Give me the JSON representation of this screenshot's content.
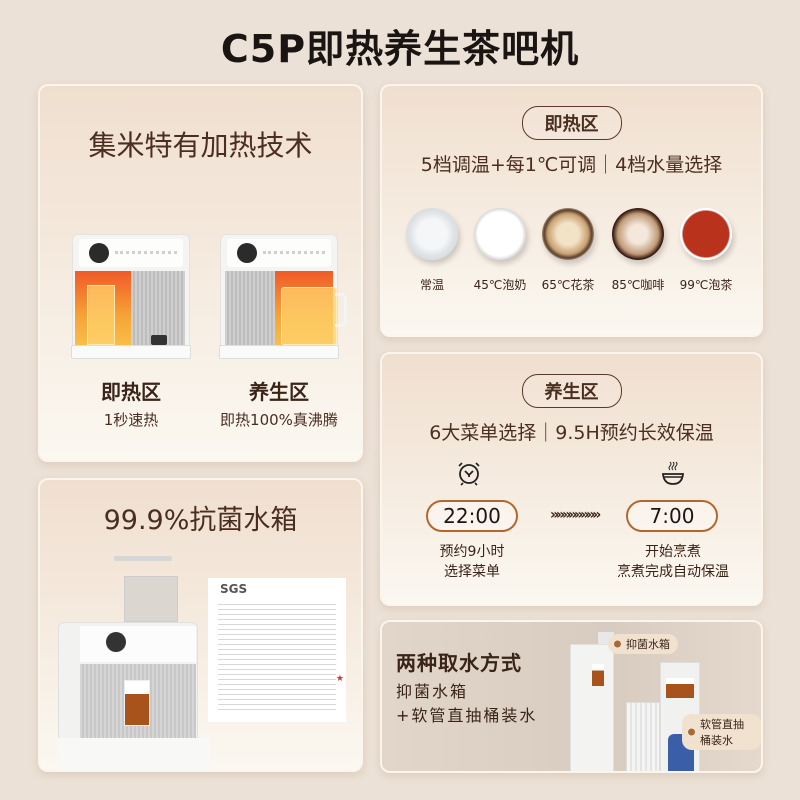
{
  "title": "C5P即热养生茶吧机",
  "heating_card": {
    "heading": "集米特有加热技术",
    "zones": [
      {
        "label": "即热区",
        "sub": "1秒速热"
      },
      {
        "label": "养生区",
        "sub": "即热100%真沸腾"
      }
    ]
  },
  "tank_card": {
    "heading": "99.9%抗菌水箱",
    "certificate_logo": "SGS"
  },
  "instant_card": {
    "pill": "即热区",
    "subtitle": "5档调温+每1℃可调｜4档水量选择",
    "options": [
      {
        "label": "常温",
        "icon": "water-glass-icon",
        "color": "#e9ecee"
      },
      {
        "label": "45℃泡奶",
        "icon": "milk-cup-icon",
        "color": "#f7f7f7"
      },
      {
        "label": "65℃花茶",
        "icon": "flower-tea-icon",
        "color": "#d9b98d"
      },
      {
        "label": "85℃咖啡",
        "icon": "coffee-cup-icon",
        "color": "#a27d5e"
      },
      {
        "label": "99℃泡茶",
        "icon": "black-tea-icon",
        "color": "#b8321c"
      }
    ]
  },
  "health_card": {
    "pill": "养生区",
    "subtitle": "6大菜单选择｜9.5H预约长效保温",
    "start_time": "22:00",
    "end_time": "7:00",
    "arrows": "»»»»»»»»",
    "start_desc": [
      "预约9小时",
      "选择菜单"
    ],
    "end_desc": [
      "开始烹煮",
      "烹煮完成自动保温"
    ]
  },
  "water_card": {
    "heading": "两种取水方式",
    "line1": "抑菌水箱",
    "line2": "+软管直抽桶装水",
    "tag1": "抑菌水箱",
    "tag2": "软管直抽桶装水"
  },
  "colors": {
    "background": "#ece1d6",
    "text_brown": "#4a2e20",
    "time_border": "#b3672e"
  }
}
